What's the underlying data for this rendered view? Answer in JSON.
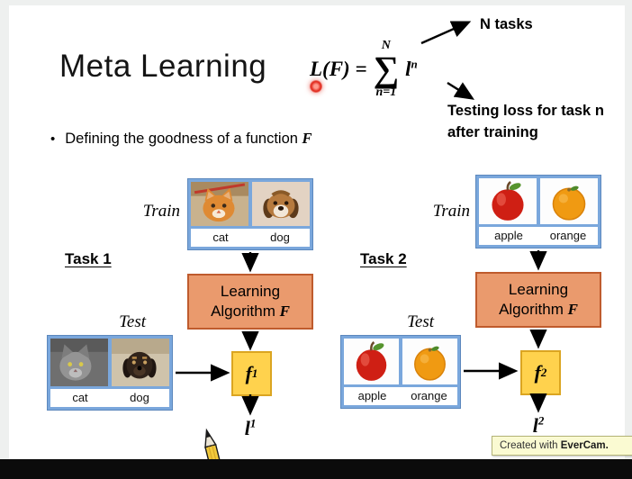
{
  "slide": {
    "title": "Meta Learning",
    "bullet": {
      "prefix": "Defining the goodness of a function ",
      "f": "F"
    },
    "formula": {
      "lhs": "L(F) =",
      "sum_top": "N",
      "sum_symbol": "∑",
      "sum_bottom": "n=1",
      "term_base": "l",
      "term_sup": "n"
    },
    "callouts": {
      "n_tasks": "N tasks",
      "loss_line1": "Testing loss for task n",
      "loss_line2": "after training"
    }
  },
  "tasks": [
    {
      "name": "Task 1",
      "train_label": "Train",
      "test_label": "Test",
      "train_items": [
        "cat",
        "dog"
      ],
      "test_items": [
        "cat",
        "dog"
      ],
      "algo_line1": "Learning",
      "algo_line2": "Algorithm ",
      "algo_f": "F",
      "f_base": "f",
      "f_sup": "1",
      "loss_base": "l",
      "loss_sup": "1"
    },
    {
      "name": "Task 2",
      "train_label": "Train",
      "test_label": "Test",
      "train_items": [
        "apple",
        "orange"
      ],
      "test_items": [
        "apple",
        "orange"
      ],
      "algo_line1": "Learning",
      "algo_line2": "Algorithm ",
      "algo_f": "F",
      "f_base": "f",
      "f_sup": "2",
      "loss_base": "l",
      "loss_sup": "2"
    }
  ],
  "watermark": {
    "prefix": "Created with ",
    "brand": "EverCam."
  },
  "colors": {
    "train-box": "#7aa7dc",
    "algo-box": "#ea9a6d",
    "algo-border": "#bf5b2d",
    "f-box": "#ffd24d",
    "f-border": "#dba521",
    "laser": "#e02316"
  }
}
